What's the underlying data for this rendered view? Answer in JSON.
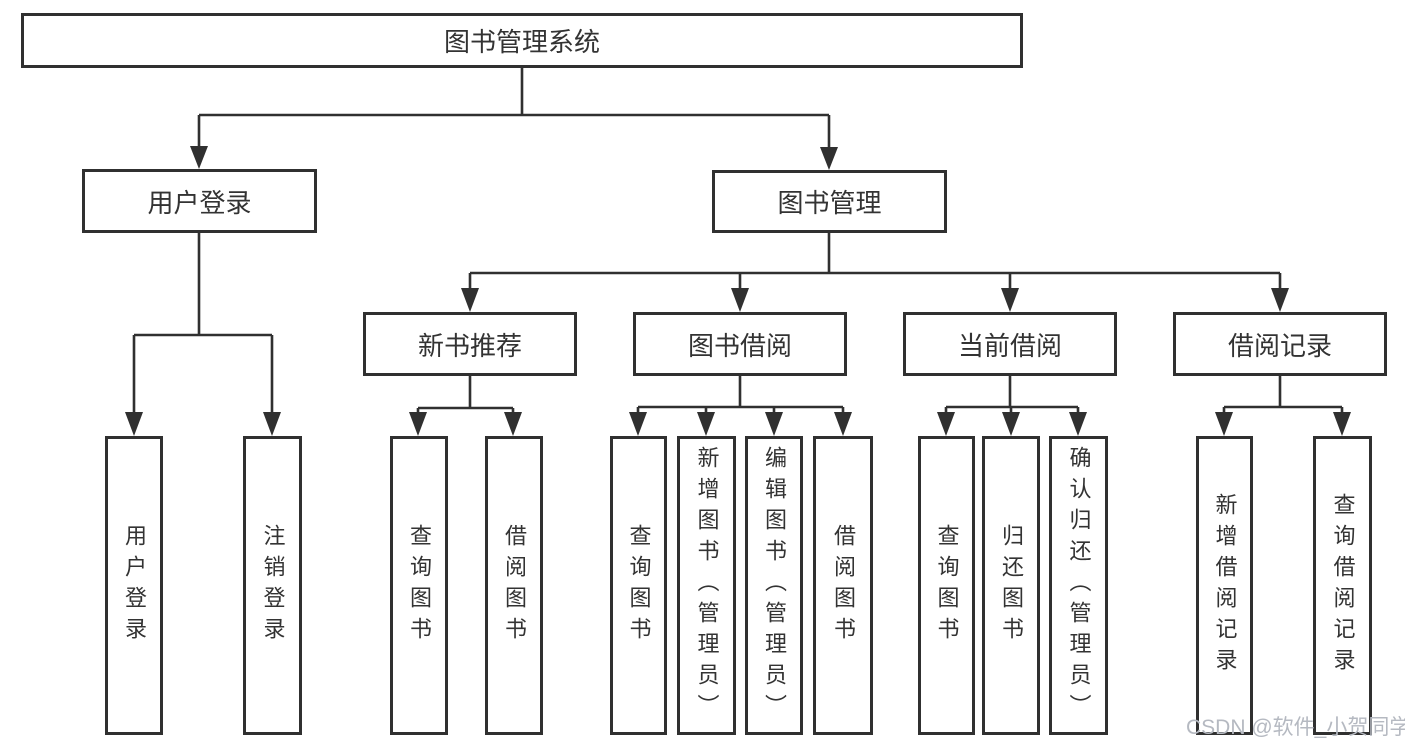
{
  "diagram": {
    "title": "图书管理系统",
    "root": {
      "label": "图书管理系统"
    },
    "level2": [
      {
        "label": "用户登录",
        "parent": "图书管理系统"
      },
      {
        "label": "图书管理",
        "parent": "图书管理系统"
      }
    ],
    "level3": [
      {
        "label": "新书推荐",
        "parent": "图书管理"
      },
      {
        "label": "图书借阅",
        "parent": "图书管理"
      },
      {
        "label": "当前借阅",
        "parent": "图书管理"
      },
      {
        "label": "借阅记录",
        "parent": "图书管理"
      }
    ],
    "leaves": [
      {
        "label": "用户登录",
        "parent": "用户登录"
      },
      {
        "label": "注销登录",
        "parent": "用户登录"
      },
      {
        "label": "查询图书",
        "parent": "新书推荐"
      },
      {
        "label": "借阅图书",
        "parent": "新书推荐"
      },
      {
        "label": "查询图书",
        "parent": "图书借阅"
      },
      {
        "label": "新增图书（管理员）",
        "parent": "图书借阅"
      },
      {
        "label": "编辑图书（管理员）",
        "parent": "图书借阅"
      },
      {
        "label": "借阅图书",
        "parent": "图书借阅"
      },
      {
        "label": "查询图书",
        "parent": "当前借阅"
      },
      {
        "label": "归还图书",
        "parent": "当前借阅"
      },
      {
        "label": "确认归还（管理员）",
        "parent": "当前借阅"
      },
      {
        "label": "新增借阅记录",
        "parent": "借阅记录"
      },
      {
        "label": "查询借阅记录",
        "parent": "借阅记录"
      }
    ],
    "watermark": "CSDN @软件_小贺同学",
    "colors": {
      "line": "#303030",
      "box_border": "#303030",
      "text": "#333333",
      "watermark": "#b5b9c1",
      "background": "#ffffff"
    }
  }
}
